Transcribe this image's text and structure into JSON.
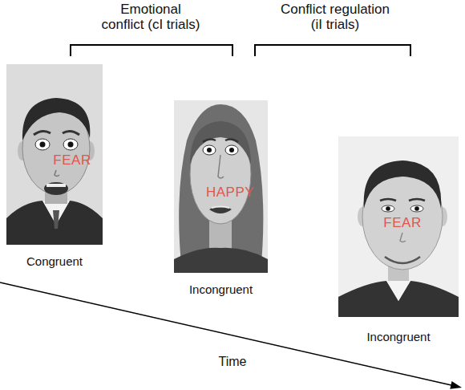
{
  "diagram": {
    "nodes": [
      {
        "text": [
          "FEAR",
          "Congruent"
        ]
      },
      {
        "text": [
          "HAPPY",
          "Incongruent"
        ]
      },
      {
        "text": [
          "FEAR",
          "Incongruent"
        ]
      }
    ],
    "labels": [
      "Emotional conflict (cI trials)",
      "Conflict regulation (iI trials)",
      "Time"
    ]
  }
}
